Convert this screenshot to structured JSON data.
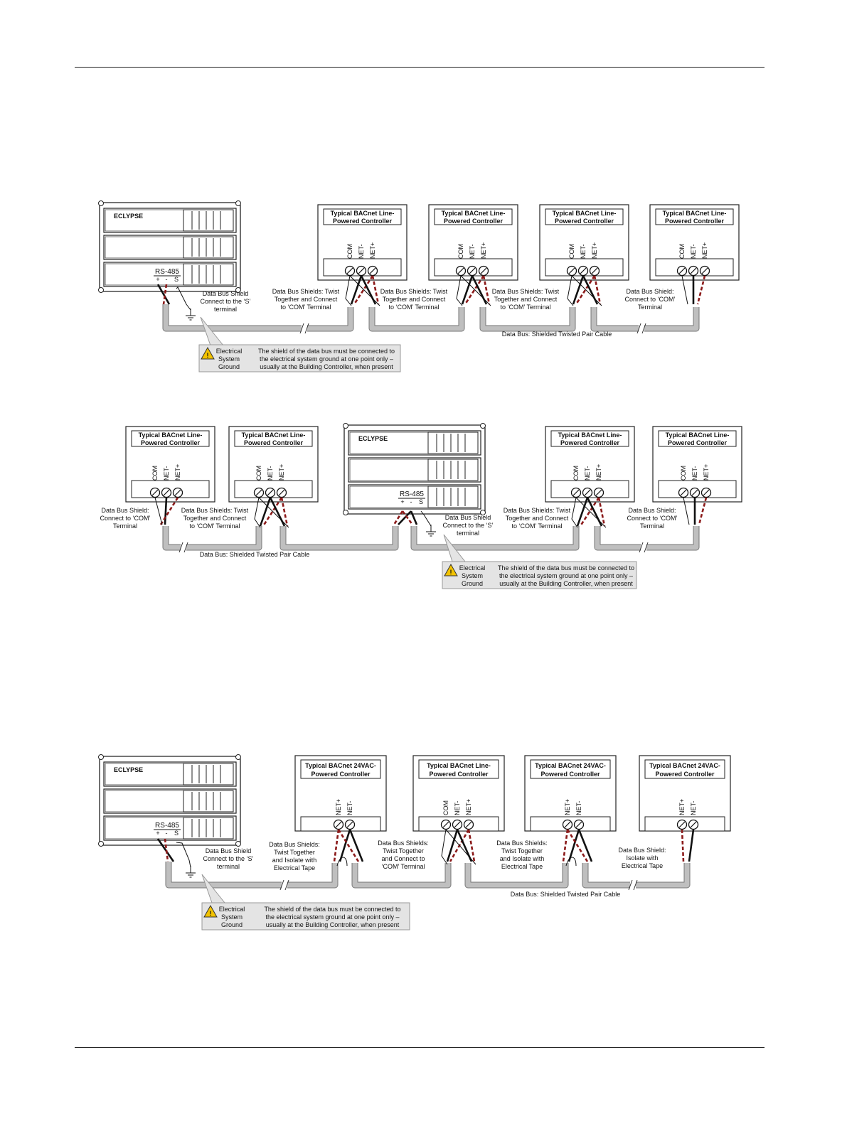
{
  "colors": {
    "cable": "#bfbfbf",
    "wire_red": "#8b1a1a",
    "note_bg": "#e4e4e4",
    "warning": "#f2c200"
  },
  "common": {
    "eclypse": "ECLYPSE",
    "rs485": "RS-485",
    "rs485_terms": [
      "+",
      "-",
      "S"
    ],
    "line_ctrl": [
      "Typical BACnet Line-",
      "Powered Controller"
    ],
    "vac_ctrl": [
      "Typical BACnet 24VAC-",
      "Powered Controller"
    ],
    "pins_line": [
      "COM",
      "NET-",
      "NET+"
    ],
    "pins_vac": [
      "NET+",
      "NET-"
    ],
    "shield_s": [
      "Data Bus Shield",
      "Connect to the ‘S’",
      "terminal"
    ],
    "shields_twist_com": [
      "Data Bus Shields: Twist",
      "Together and Connect",
      "to ‘COM’ Terminal"
    ],
    "shield_com": [
      "Data Bus Shield:",
      "Connect to ‘COM’",
      "Terminal"
    ],
    "bus_cable": "Data Bus: Shielded Twisted Pair Cable",
    "ground": [
      "Electrical",
      "System",
      "Ground"
    ],
    "ground_note": [
      "The shield of the data bus must be connected to",
      "the electrical system ground at one point only –",
      "usually at the Building Controller, when present"
    ],
    "shields_isolate": [
      "Data Bus Shields:",
      "Twist Together",
      "and Isolate with",
      "Electrical Tape"
    ],
    "shields_twist_com2": [
      "Data Bus Shields:",
      "Twist Together",
      "and Connect to",
      "‘COM’ Terminal"
    ],
    "shield_isolate": [
      "Data Bus Shield:",
      "Isolate with",
      "Electrical Tape"
    ]
  }
}
